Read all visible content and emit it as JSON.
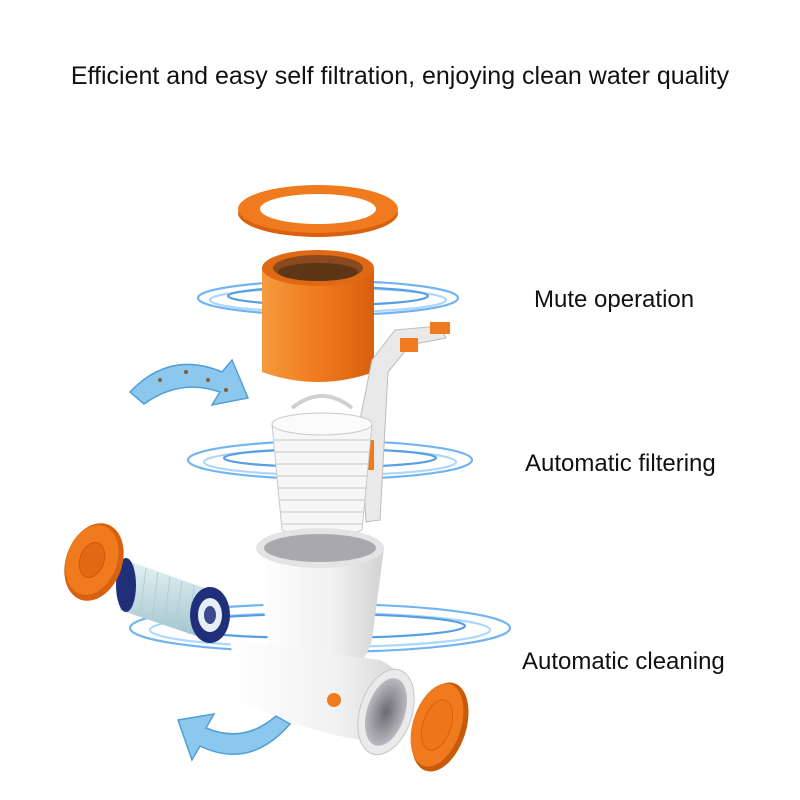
{
  "headline": "Efficient and easy self filtration, enjoying clean water quality",
  "features": [
    {
      "label": "Mute operation"
    },
    {
      "label": "Automatic filtering"
    },
    {
      "label": "Automatic cleaning"
    }
  ],
  "colors": {
    "orange": "#f07a1e",
    "orange_dark": "#c85a0c",
    "white_part": "#f4f4f4",
    "part_shadow": "#cfcfcf",
    "swirl_blue": "#5aa8f0",
    "arrow_blue": "#6fb6e8",
    "cartridge_navy": "#1f2f7a",
    "cartridge_media": "#cfe3ea"
  },
  "icons": [
    "water-swirl-icon",
    "water-arrow-icon"
  ]
}
